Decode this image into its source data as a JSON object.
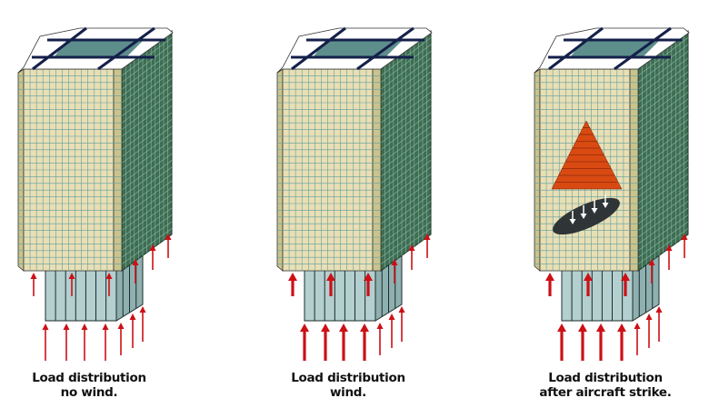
{
  "colors": {
    "front_face": "#e9dfb4",
    "front_grid": "#5e9ea2",
    "side_face": "#3f6d52",
    "side_grid": "#86b8a6",
    "bevel": "#c9c48e",
    "core": "#b4cfcf",
    "roof": "#ffffff",
    "roof_beams": "#14204a",
    "roof_center": "#5e8e8c",
    "arrow": "#cc1016",
    "impact_triangle": "#d84a12",
    "impact_hole": "#2f3436"
  },
  "panels": [
    {
      "caption": [
        "Load distribution",
        "no wind."
      ],
      "upper_arrows": [
        "thin",
        "thin",
        "thin"
      ],
      "core_arrows": [
        "thin",
        "thin",
        "thin",
        "thin"
      ],
      "side_arrows": "thin",
      "damage": false
    },
    {
      "caption": [
        "Load distribution",
        "wind."
      ],
      "upper_arrows": [
        "thick",
        "thick",
        "thick"
      ],
      "core_arrows": [
        "thick",
        "thick",
        "thick",
        "thick"
      ],
      "side_arrows": "thin",
      "damage": false
    },
    {
      "caption": [
        "Load distribution",
        "after aircraft strike."
      ],
      "upper_arrows": [
        "thick",
        "thick",
        "thick"
      ],
      "core_arrows": [
        "thick",
        "thick",
        "thick",
        "thick"
      ],
      "side_arrows": "thin",
      "damage": true
    }
  ]
}
